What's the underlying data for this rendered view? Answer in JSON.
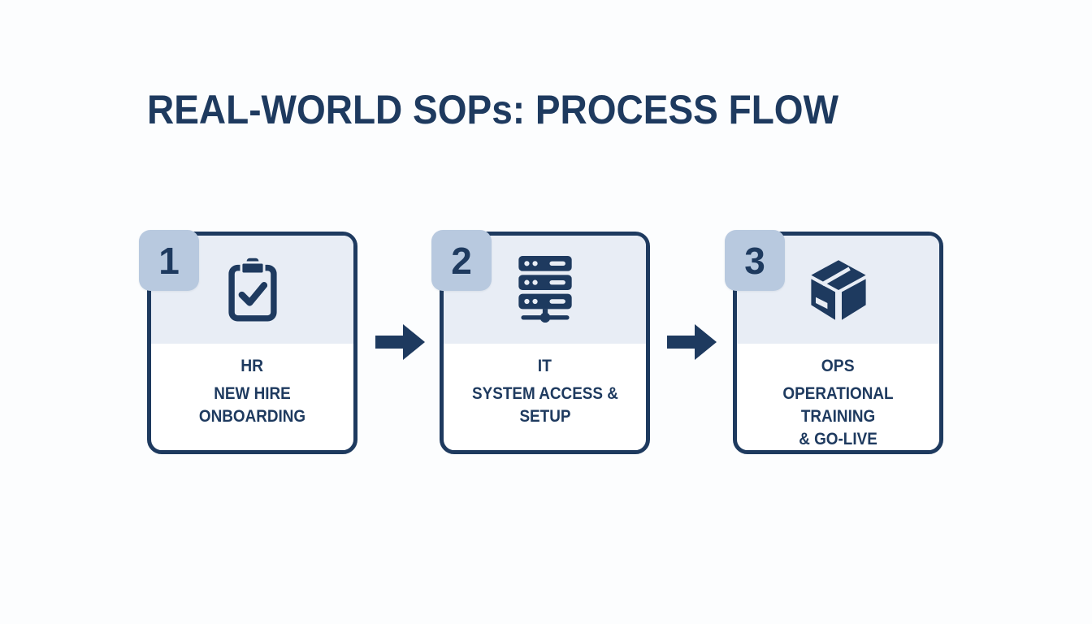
{
  "title": "REAL-WORLD SOPs: PROCESS FLOW",
  "colors": {
    "navy": "#1e3a5f",
    "card_header_bg": "#e8edf5",
    "badge_bg": "#b8c9df",
    "card_bg": "#ffffff",
    "page_bg": "#fcfdfe"
  },
  "steps": [
    {
      "number": "1",
      "department": "HR",
      "title": "NEW HIRE ONBOARDING",
      "icon": "clipboard-check-icon"
    },
    {
      "number": "2",
      "department": "IT",
      "title": "SYSTEM ACCESS &\nSETUP",
      "icon": "server-icon"
    },
    {
      "number": "3",
      "department": "OPS",
      "title": "OPERATIONAL TRAINING\n& GO-LIVE",
      "icon": "package-icon"
    }
  ],
  "connectors": [
    {
      "icon": "arrow-right-icon"
    },
    {
      "icon": "arrow-right-icon"
    }
  ]
}
